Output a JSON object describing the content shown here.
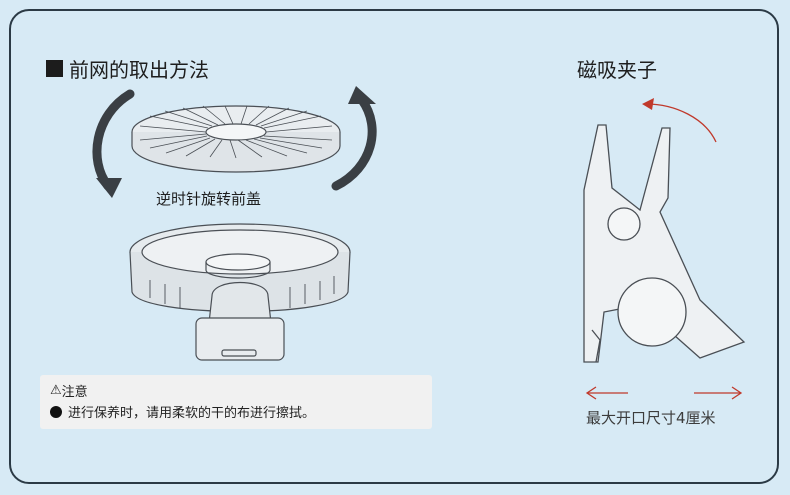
{
  "left_section": {
    "title": "前网的取出方法",
    "rotate_label": "逆时针旋转前盖"
  },
  "right_section": {
    "title": "磁吸夹子",
    "opening_label": "最大开口尺寸4厘米"
  },
  "notice": {
    "heading": "注意",
    "warning_glyph": "⚠",
    "text": "进行保养时，请用柔软的干的布进行擦拭。"
  },
  "colors": {
    "background": "#d7eaf5",
    "border": "#2b3a45",
    "arrow_dark": "#3a3f44",
    "arrow_red": "#c0392b",
    "notice_bg": "#f1f1f1"
  }
}
